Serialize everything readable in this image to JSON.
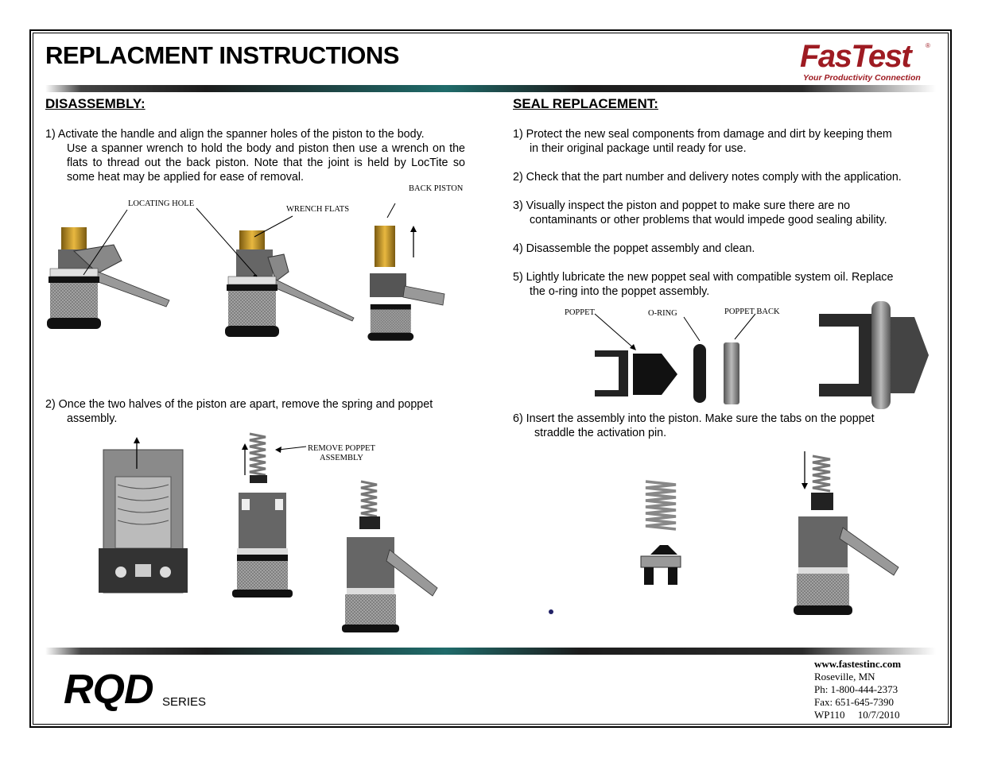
{
  "header": {
    "title": "REPLACMENT INSTRUCTIONS",
    "logo_text": "FasTest",
    "logo_tagline": "Your Productivity Connection",
    "logo_reg": "®"
  },
  "colors": {
    "brand_red": "#9e1b22",
    "rule_dark": "#1c1c1c",
    "rule_teal": "#1f6b6a"
  },
  "disassembly": {
    "heading": "DISASSEMBLY:",
    "step1_first": "1)  Activate the handle and align the spanner holes of the piston to the body.",
    "step1_rest": "Use a spanner wrench to hold the body and piston then use a wrench on the flats to thread out the back piston.  Note that the joint is held by LocTite so some heat may be applied for ease of removal.",
    "label_locating_hole": "LOCATING HOLE",
    "label_wrench_flats": "WRENCH FLATS",
    "label_back_piston": "BACK PISTON",
    "step2_first": "2) Once the two halves of the piston are apart, remove the spring and poppet",
    "step2_rest": "assembly.",
    "label_remove_poppet_1": "REMOVE POPPET",
    "label_remove_poppet_2": "ASSEMBLY"
  },
  "seal": {
    "heading": "SEAL REPLACEMENT:",
    "step1_first": "1)  Protect the new seal components from damage and dirt by keeping them",
    "step1_rest": "in their original package until ready for use.",
    "step2": "2) Check that the part number and delivery notes comply with the application.",
    "step3_first": "3)  Visually inspect the piston and poppet to make sure there are no",
    "step3_rest": "contaminants or other problems that would impede good sealing ability.",
    "step4": "4)  Disassemble the poppet assembly and clean.",
    "step5_first": "5)  Lightly lubricate the new poppet seal with compatible system oil. Replace",
    "step5_rest": "the o-ring into the poppet assembly.",
    "label_poppet": "POPPET",
    "label_oring": "O-RING",
    "label_poppet_back": "POPPET  BACK",
    "step6_first": "6) Insert the assembly into the piston.  Make sure the tabs on the poppet",
    "step6_rest": "straddle the activation pin."
  },
  "footer": {
    "series_name": "RQD",
    "series_suffix": "SERIES",
    "website": "www.fastestinc.com",
    "city": "Roseville, MN",
    "phone": "Ph: 1-800-444-2373",
    "fax": "Fax: 651-645-7390",
    "doc_id": "WP110     10/7/2010"
  }
}
